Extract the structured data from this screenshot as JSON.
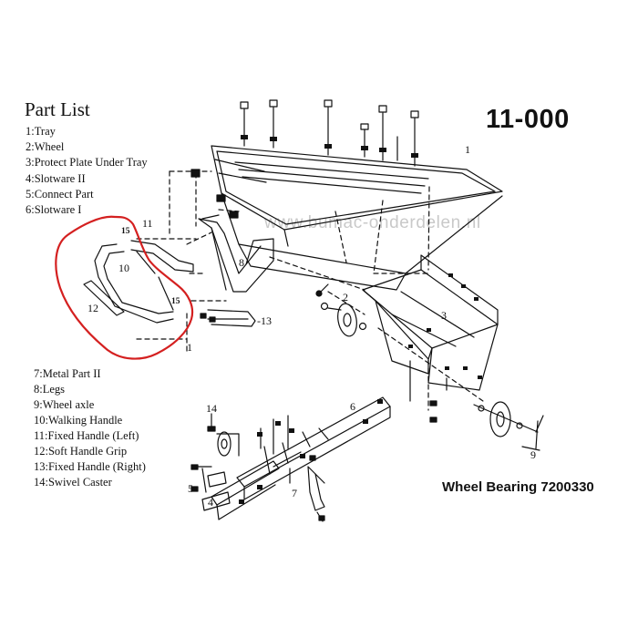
{
  "diagram": {
    "part_list_title": "Part List",
    "part_list_top": [
      "1:Tray",
      "2:Wheel",
      "3:Protect Plate Under Tray",
      "4:Slotware II",
      "5:Connect Part",
      "6:Slotware I"
    ],
    "part_list_bottom": [
      "7:Metal Part II",
      "8:Legs",
      "9:Wheel axle",
      "10:Walking Handle",
      "11:Fixed Handle (Left)",
      "12:Soft Handle Grip",
      "13:Fixed Handle (Right)",
      "14:Swivel Caster"
    ],
    "part_number": "11-000",
    "bearing_label": "Wheel Bearing 7200330",
    "watermark": "www.bumac-onderdelen.nl",
    "callouts": {
      "c1_tray": "1",
      "c1_handle": "1",
      "c2": "2",
      "c3": "3",
      "c4": "4",
      "c5": "5",
      "c6": "6",
      "c7": "7",
      "c8": "8",
      "c9": "9",
      "c10": "10",
      "c11": "11",
      "c12": "12",
      "c13": "-13",
      "c14": "14",
      "c15a": "15",
      "c15b": "15"
    },
    "highlight_color": "#d42020"
  }
}
